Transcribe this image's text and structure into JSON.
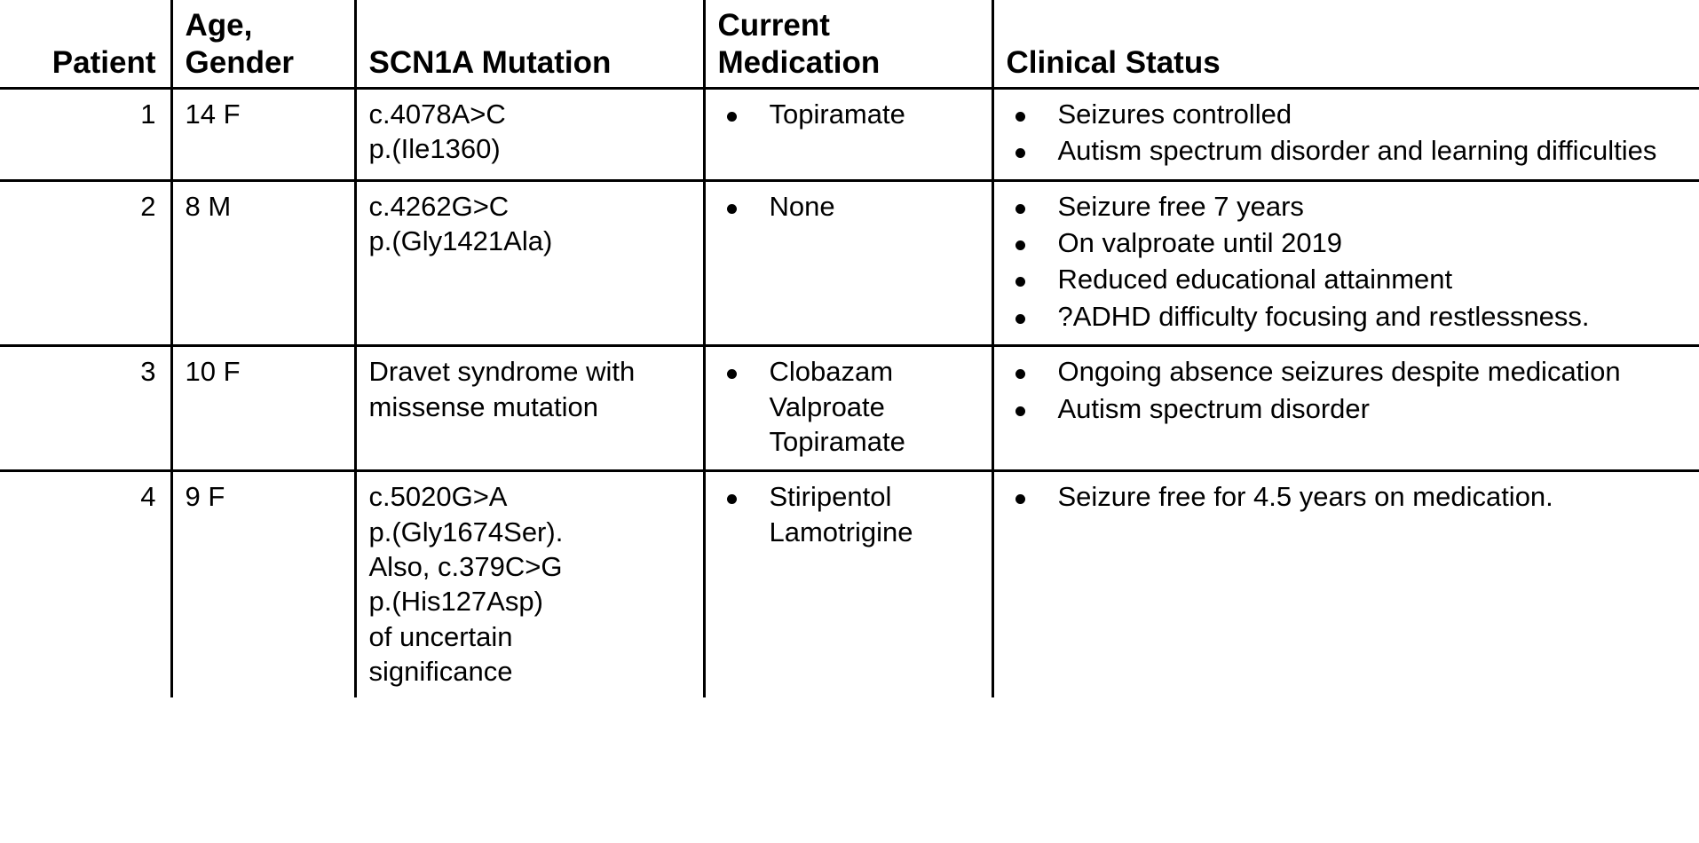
{
  "table": {
    "caption": "",
    "columns": [
      {
        "key": "patient",
        "label": "Patient"
      },
      {
        "key": "age_gender",
        "label": "Age, Gender"
      },
      {
        "key": "mutation",
        "label": "SCN1A Mutation"
      },
      {
        "key": "medication",
        "label": "Current Medication"
      },
      {
        "key": "status",
        "label": "Clinical Status"
      }
    ],
    "header_lines": {
      "patient": [
        "Patient"
      ],
      "age_gender": [
        "Age,",
        "Gender"
      ],
      "mutation": [
        "SCN1A Mutation"
      ],
      "medication": [
        "Current",
        "Medication"
      ],
      "status": [
        "Clinical Status"
      ]
    },
    "rows": [
      {
        "patient": "1",
        "age_gender": "14 F",
        "mutation_lines": [
          "c.4078A>C",
          "p.(Ile1360)"
        ],
        "medication_bullets": [
          [
            "Topiramate"
          ]
        ],
        "status_bullets": [
          [
            "Seizures controlled"
          ],
          [
            "Autism spectrum disorder and learning difficulties"
          ]
        ]
      },
      {
        "patient": "2",
        "age_gender": "8 M",
        "mutation_lines": [
          "c.4262G>C",
          "p.(Gly1421Ala)"
        ],
        "medication_bullets": [
          [
            "None"
          ]
        ],
        "status_bullets": [
          [
            "Seizure free 7 years"
          ],
          [
            "On valproate until 2019"
          ],
          [
            "Reduced educational attainment"
          ],
          [
            "?ADHD difficulty focusing and restlessness."
          ]
        ]
      },
      {
        "patient": "3",
        "age_gender": "10 F",
        "mutation_lines": [
          "Dravet syndrome with missense mutation"
        ],
        "medication_bullets": [
          [
            "Clobazam",
            "Valproate",
            "Topiramate"
          ]
        ],
        "status_bullets": [
          [
            "Ongoing absence seizures despite medication"
          ],
          [
            "Autism spectrum disorder"
          ]
        ]
      },
      {
        "patient": "4",
        "age_gender": "9 F",
        "mutation_lines": [
          "c.5020G>A",
          "p.(Gly1674Ser).",
          "Also, c.379C>G",
          "p.(His127Asp)",
          "of uncertain",
          "significance"
        ],
        "medication_bullets": [
          [
            "Stiripentol",
            "Lamotrigine"
          ]
        ],
        "status_bullets": [
          [
            "Seizure free for 4.5 years on medication."
          ]
        ]
      }
    ]
  },
  "colors": {
    "text": "#000000",
    "background": "#ffffff",
    "rule": "#000000"
  }
}
